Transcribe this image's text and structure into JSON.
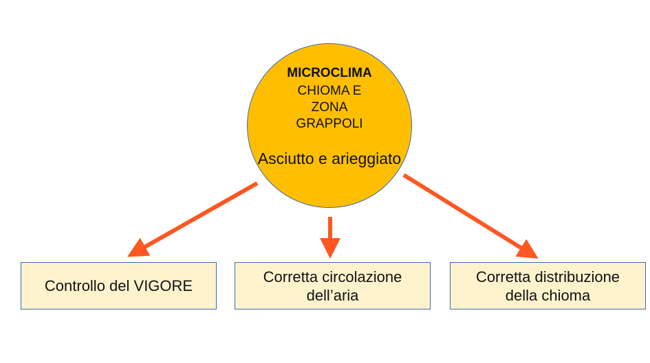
{
  "center": {
    "title": "MICROCLIMA",
    "subtitle": "CHIOMA E ZONA GRAPPOLI",
    "state": "Asciutto e arieggiato"
  },
  "boxes": [
    {
      "label": "Controllo del VIGORE"
    },
    {
      "label": "Corretta circolazione dell’aria"
    },
    {
      "label": "Corretta distribuzione della chioma"
    }
  ],
  "colors": {
    "circle": "#ffbf00",
    "arrow": "#ff5722",
    "box": "#fff3cd",
    "border": "#3a6ab0"
  }
}
